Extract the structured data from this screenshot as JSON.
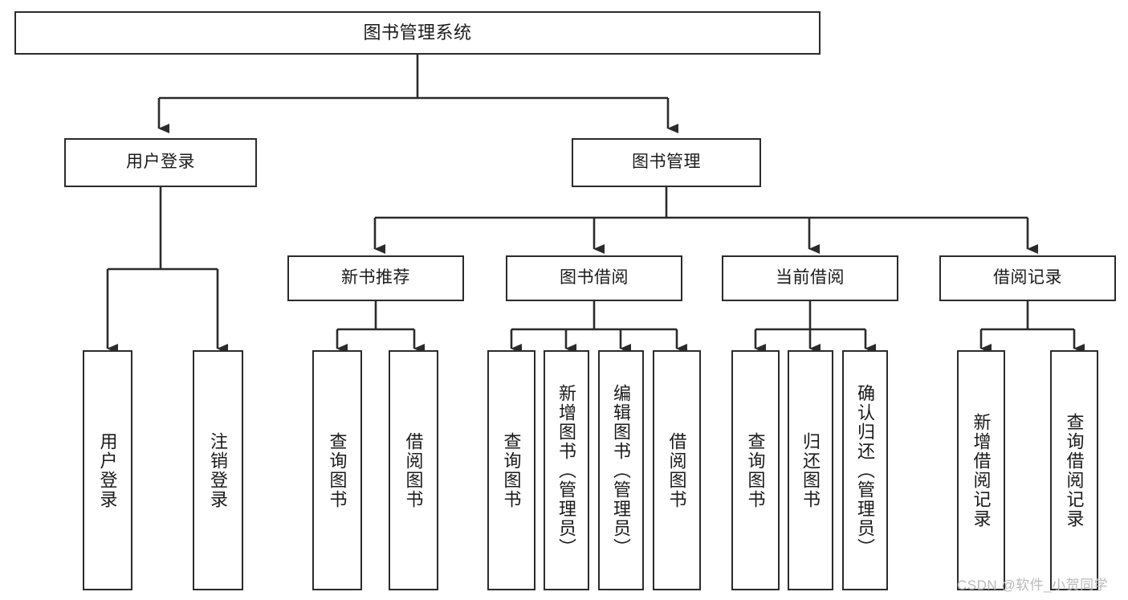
{
  "diagram": {
    "title": "图书管理系统",
    "type": "tree-hierarchy-chart",
    "stroke_color": "#2b2b2b",
    "fill_color": "#ffffff",
    "text_color": "#1a1a1a"
  },
  "nodes": {
    "root": {
      "label": "图书管理系统"
    },
    "level2": [
      {
        "label": "用户登录"
      },
      {
        "label": "图书管理"
      }
    ],
    "level3": [
      {
        "label": "新书推荐"
      },
      {
        "label": "图书借阅"
      },
      {
        "label": "当前借阅"
      },
      {
        "label": "借阅记录"
      }
    ],
    "leaves_user_login": [
      {
        "label": "用户登录"
      },
      {
        "label": "注销登录"
      }
    ],
    "leaves_new_books": [
      {
        "label": "查询图书"
      },
      {
        "label": "借阅图书"
      }
    ],
    "leaves_borrow": [
      {
        "label": "查询图书"
      },
      {
        "label": "新增图书（管理员）"
      },
      {
        "label": "编辑图书（管理员）"
      },
      {
        "label": "借阅图书"
      }
    ],
    "leaves_current": [
      {
        "label": "查询图书"
      },
      {
        "label": "归还图书"
      },
      {
        "label": "确认归还（管理员）"
      }
    ],
    "leaves_records": [
      {
        "label": "新增借阅记录"
      },
      {
        "label": "查询借阅记录"
      }
    ]
  },
  "watermark": {
    "text": "CSDN @软件_小贺同学"
  }
}
